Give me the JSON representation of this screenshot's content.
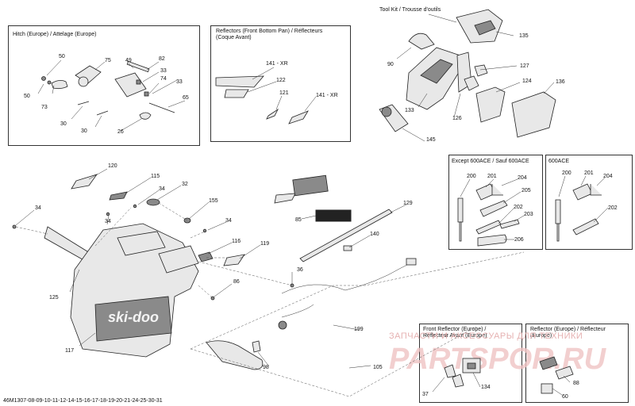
{
  "boxes": {
    "hitch": "Hitch (Europe) / Attelage (Europe)",
    "reflectors_bottom": "Reflectors (Front Bottom Pan) / Réflecteurs (Coque Avant)",
    "toolkit": "Tool Kit / Trousse d'outils",
    "except600": "Except 600ACE / Sauf 600ACE",
    "ace600": "600ACE",
    "front_reflector": "Front Reflector (Europe) / Réflecteur Avant (Europe)",
    "reflector_eu": "Reflector (Europe) / Réflecteur (Europe)"
  },
  "footer": "46M1307-08-09-10-11-12-14-15-16-17-18-19-20-21-24-25-30-31",
  "watermark": {
    "line1": "ЗАПЧАСТИ И АКСЕССУАРЫ ДЛЯ ТЕХНИКИ",
    "line2": "PARTSPOR.RU"
  },
  "callouts": {
    "c50a": "50",
    "c50b": "50",
    "c75": "75",
    "c49": "49",
    "c82": "82",
    "c33a": "33",
    "c74": "74",
    "c33b": "33",
    "c73": "73",
    "c65": "65",
    "c30a": "30",
    "c30b": "30",
    "c26": "26",
    "c141xr": "141 - XR",
    "c122": "122",
    "c121": "121",
    "c141xr2": "141 - XR",
    "c90": "90",
    "c135": "135",
    "c127": "127",
    "c133": "133",
    "c126": "126",
    "c124": "124",
    "c136": "136",
    "c145": "145",
    "c200a": "200",
    "c201a": "201",
    "c204a": "204",
    "c205a": "205",
    "c202a": "202",
    "c203": "203",
    "c206": "206",
    "c200b": "200",
    "c201b": "201",
    "c204b": "204",
    "c202b": "202",
    "c120": "120",
    "c115": "115",
    "c34a": "34",
    "c32": "32",
    "c34b": "34",
    "c155": "155",
    "c34c": "34",
    "c34d": "34",
    "c116": "116",
    "c119": "119",
    "c85": "85",
    "c129": "129",
    "c140": "140",
    "c36": "36",
    "c86": "86",
    "c125": "125",
    "c117": "117",
    "c199": "199",
    "c98": "98",
    "c105": "105",
    "c37": "37",
    "c134": "134",
    "c88": "88",
    "c60": "60"
  },
  "logo_text": "ski-doo"
}
